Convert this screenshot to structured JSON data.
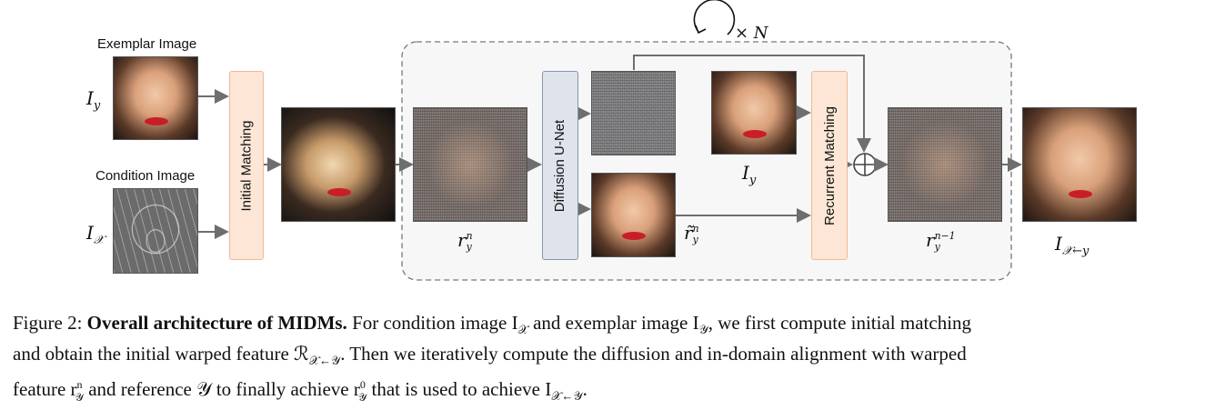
{
  "labels": {
    "exemplar_image": "Exemplar Image",
    "condition_image": "Condition Image",
    "initial_matching": "Initial Matching",
    "diffusion_unet": "Diffusion U-Net",
    "recurrent_matching": "Recurrent Matching",
    "loop": "× N"
  },
  "math_labels": {
    "I_y_left": "I",
    "I_y_left_sub": "y",
    "I_x_left": "I",
    "I_x_left_sub": "𝒳",
    "r_n": "r",
    "r_n_sup": "n",
    "r_n_sub": "y",
    "r_tilde": "r̃",
    "r_tilde_sup": "n",
    "r_tilde_sub": "y",
    "I_y_mid": "I",
    "I_y_mid_sub": "y",
    "r_n1": "r",
    "r_n1_sup": "n−1",
    "r_n1_sub": "y",
    "I_out": "I",
    "I_out_sub": "𝒳←y"
  },
  "caption": {
    "prefix": "Figure 2: ",
    "bold": "Overall architecture of MIDMs.",
    "line1_rest": " For condition image I",
    "line1_b": " and exemplar image I",
    "line1_c": ", we first compute initial matching",
    "line2": "and obtain the initial warped feature ℛ",
    "line2_b": ". Then we iteratively compute the diffusion and in-domain alignment with warped",
    "line3": "feature r",
    "line3_b": " and reference 𝒴 to finally achieve r",
    "line3_c": " that is used to achieve I",
    "line3_d": "."
  },
  "colors": {
    "matching_fill": "#fde6d6",
    "unet_fill": "#dfe4ec",
    "lips": "#c81e2a",
    "arrow": "#6e6e6e"
  }
}
